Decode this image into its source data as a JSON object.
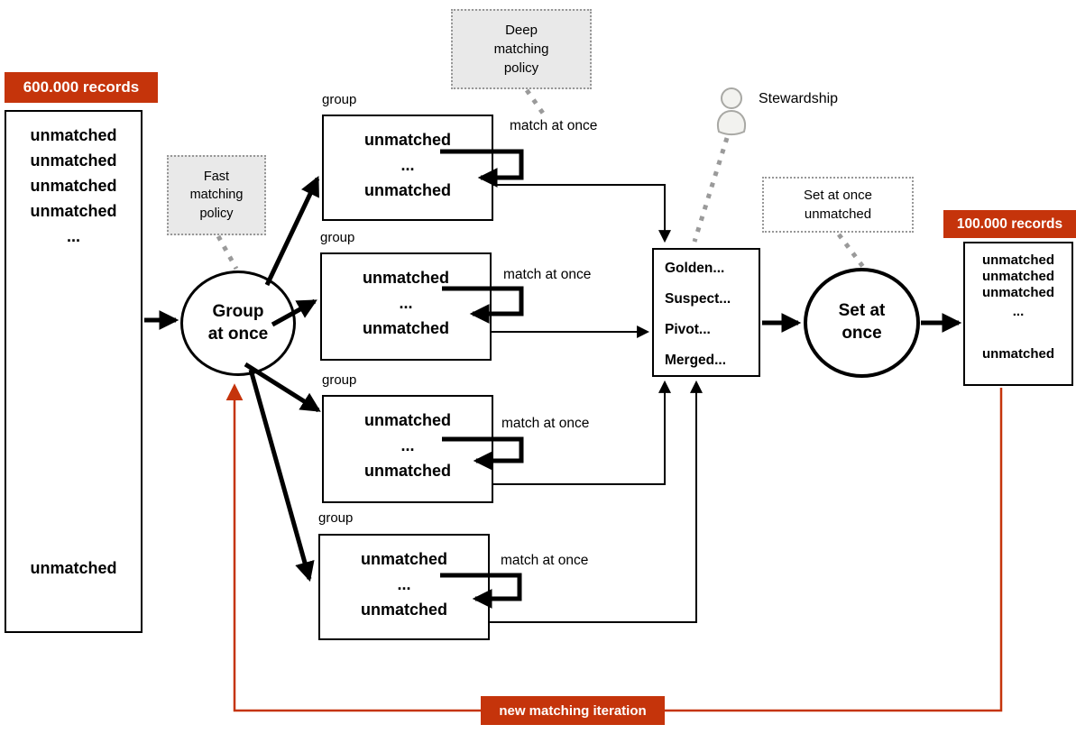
{
  "accent_color": "#c5340b",
  "badges": {
    "source": "600.000 records",
    "result": "100.000 records",
    "iteration": "new matching iteration"
  },
  "source_box": {
    "lines": [
      "unmatched",
      "unmatched",
      "unmatched",
      "unmatched"
    ],
    "ellipsis": "...",
    "bottom_line": "unmatched"
  },
  "group_circle": {
    "label": "Group\nat once"
  },
  "set_circle": {
    "label": "Set at\nonce"
  },
  "notes": {
    "fast": "Fast\nmatching\npolicy",
    "deep": "Deep\nmatching\npolicy",
    "set": "Set at once\nunmatched"
  },
  "stewardship": {
    "label": "Stewardship",
    "icon": "user-icon"
  },
  "groups": [
    {
      "label": "group",
      "top": "unmatched",
      "ellipsis": "...",
      "bottom": "unmatched",
      "match_label": "match at once"
    },
    {
      "label": "group",
      "top": "unmatched",
      "ellipsis": "...",
      "bottom": "unmatched",
      "match_label": "match at once"
    },
    {
      "label": "group",
      "top": "unmatched",
      "ellipsis": "...",
      "bottom": "unmatched",
      "match_label": "match at once"
    },
    {
      "label": "group",
      "top": "unmatched",
      "ellipsis": "...",
      "bottom": "unmatched",
      "match_label": "match at once"
    }
  ],
  "stage_box": {
    "items": [
      "Golden...",
      "Suspect...",
      "Pivot...",
      "Merged..."
    ]
  },
  "result_box": {
    "lines": [
      "unmatched",
      "unmatched",
      "unmatched"
    ],
    "ellipsis": "...",
    "bottom_line": "unmatched"
  }
}
